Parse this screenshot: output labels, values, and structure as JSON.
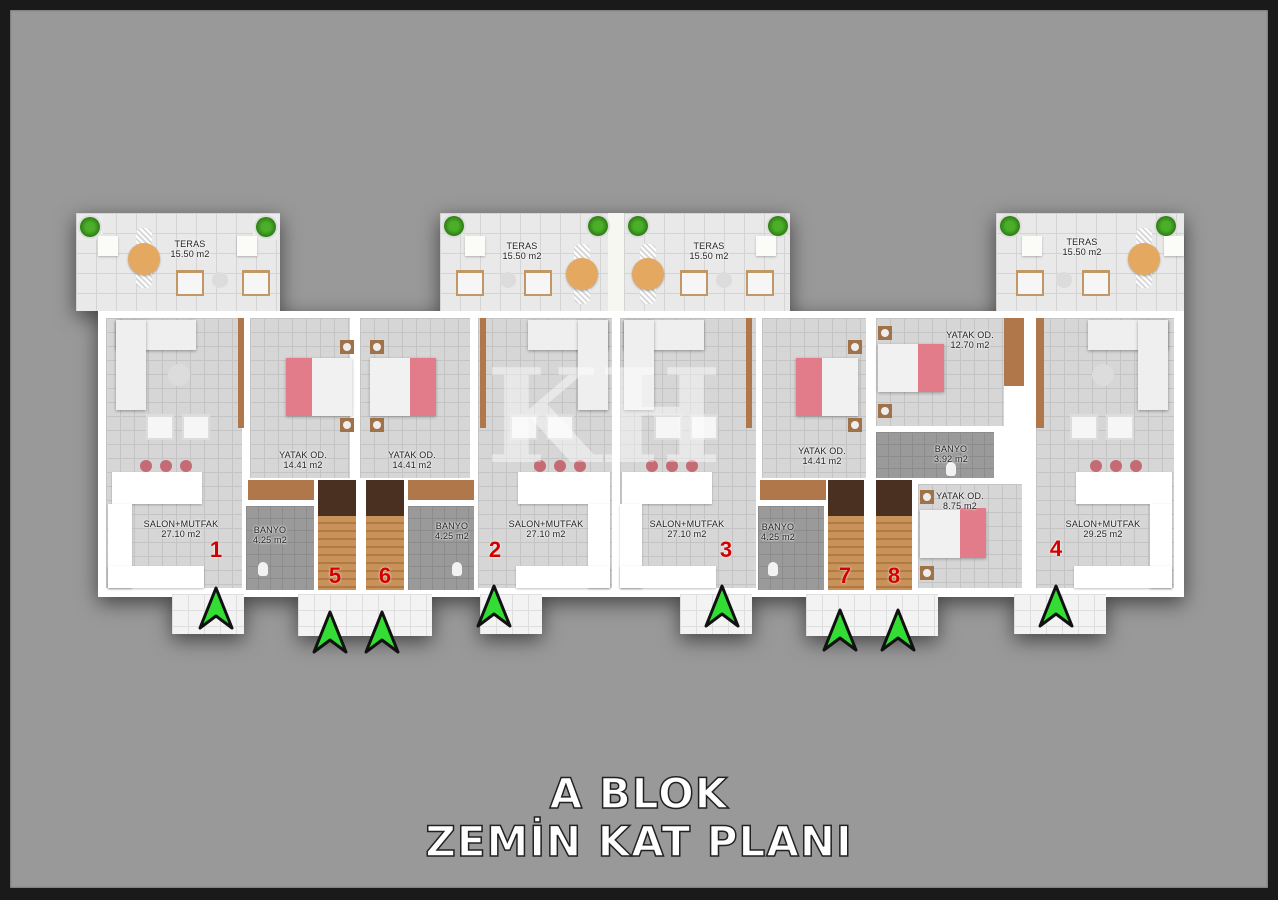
{
  "title": {
    "line1": "A BLOK",
    "line2": "ZEMİN KAT PLANI"
  },
  "watermark": "KH",
  "colors": {
    "background": "#999999",
    "frame": "#1a1a1a",
    "unit_number": "#d40000",
    "entry_arrow": "#33dd33",
    "blanket": "#e27b8a",
    "wood": "#b0784a"
  },
  "terraces": [
    {
      "name": "TERAS",
      "area": "15.50 m2"
    },
    {
      "name": "TERAS",
      "area": "15.50 m2"
    },
    {
      "name": "TERAS",
      "area": "15.50 m2"
    },
    {
      "name": "TERAS",
      "area": "15.50 m2"
    }
  ],
  "units": [
    {
      "number": "1",
      "rooms": [
        {
          "name": "SALON+MUTFAK",
          "area": "27.10 m2"
        },
        {
          "name": "YATAK OD.",
          "area": "14.41 m2"
        },
        {
          "name": "BANYO",
          "area": "4.25 m2"
        }
      ]
    },
    {
      "number": "2",
      "rooms": [
        {
          "name": "SALON+MUTFAK",
          "area": "27.10 m2"
        },
        {
          "name": "YATAK OD.",
          "area": "14.41 m2"
        },
        {
          "name": "BANYO",
          "area": "4.25 m2"
        }
      ]
    },
    {
      "number": "3",
      "rooms": [
        {
          "name": "SALON+MUTFAK",
          "area": "27.10 m2"
        },
        {
          "name": "YATAK OD.",
          "area": "14.41 m2"
        },
        {
          "name": "BANYO",
          "area": "4.25 m2"
        }
      ]
    },
    {
      "number": "4",
      "rooms": [
        {
          "name": "SALON+MUTFAK",
          "area": "29.25 m2"
        },
        {
          "name": "YATAK OD.",
          "area": "12.70 m2"
        },
        {
          "name": "BANYO",
          "area": "3.92 m2"
        },
        {
          "name": "YATAK OD.",
          "area": "8.75 m2"
        }
      ]
    }
  ],
  "stair_entries": [
    {
      "number": "5"
    },
    {
      "number": "6"
    },
    {
      "number": "7"
    },
    {
      "number": "8"
    }
  ]
}
